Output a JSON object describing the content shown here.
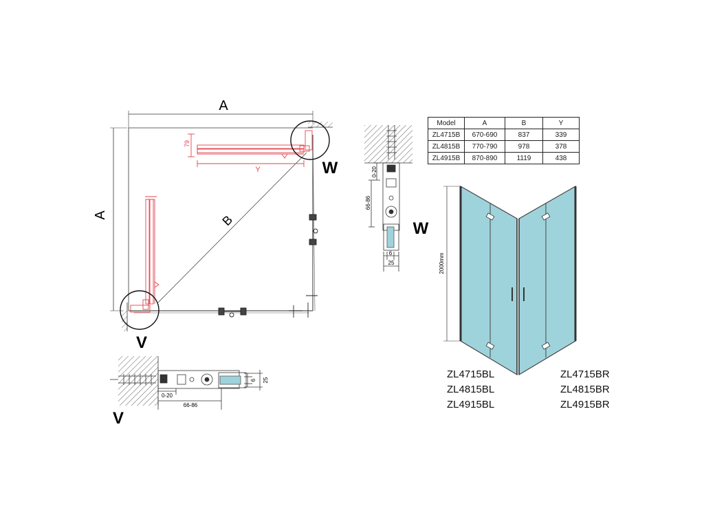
{
  "plan": {
    "label_a_top": "A",
    "label_a_side": "A",
    "label_b": "B",
    "label_y": "Y",
    "label_79": "79",
    "label_w": "W",
    "label_v": "V"
  },
  "detail_w": {
    "label": "W",
    "dim_0_20": "0-20",
    "dim_66_86": "66-86",
    "dim_6": "6",
    "dim_25": "25"
  },
  "detail_v": {
    "label": "V",
    "dim_0_20": "0-20",
    "dim_66_86": "66-86",
    "dim_6": "6",
    "dim_25": "25"
  },
  "table": {
    "headers": [
      "Model",
      "A",
      "B",
      "Y"
    ],
    "rows": [
      [
        "ZL4715B",
        "670-690",
        "837",
        "339"
      ],
      [
        "ZL4815B",
        "770-790",
        "978",
        "378"
      ],
      [
        "ZL4915B",
        "870-890",
        "1119",
        "438"
      ]
    ]
  },
  "enclosure": {
    "height_label": "2000mm",
    "glass_color": "#9fd3dc"
  },
  "models_left": [
    "ZL4715BL",
    "ZL4815BL",
    "ZL4915BL"
  ],
  "models_right": [
    "ZL4715BR",
    "ZL4815BR",
    "ZL4915BR"
  ],
  "colors": {
    "accent_red": "#e0434b",
    "line": "#333333"
  }
}
